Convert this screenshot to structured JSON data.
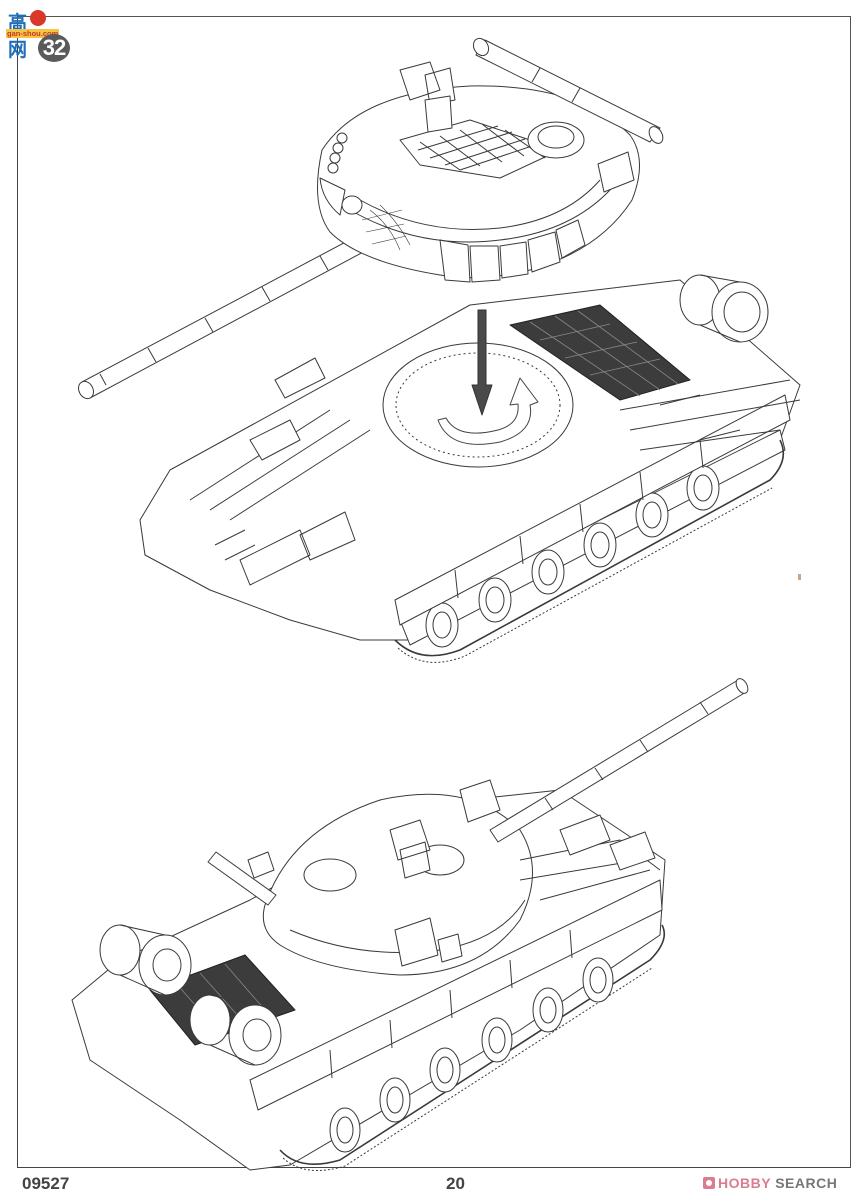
{
  "document": {
    "type": "model kit assembly instructions",
    "step_number": "32",
    "product_code": "09527",
    "page_number": "20"
  },
  "watermarks": {
    "top_left": {
      "chinese": "高 网",
      "url": "gan-shou.com"
    },
    "bottom_right": {
      "brand": "HOBBY",
      "suffix": "SEARCH"
    }
  },
  "illustrations": [
    {
      "name": "turret-installation",
      "parts": [
        "turret with gun barrel",
        "hull with tracks and road wheels",
        "rear fuel drums"
      ],
      "indicators": [
        "down-arrow",
        "rotation-arrow"
      ]
    },
    {
      "name": "completed-tank",
      "parts": [
        "assembled tank with turret",
        "gun barrel",
        "rear fuel drums",
        "engine deck grille"
      ]
    }
  ],
  "colors": {
    "line_art": "#3a3a3a",
    "frame": "#555555",
    "grille_dark": "#3c3c3c",
    "watermark_blue": "#1f6fb8",
    "watermark_red": "#d9372a",
    "hobby_search_pink": "#d97d8f"
  }
}
